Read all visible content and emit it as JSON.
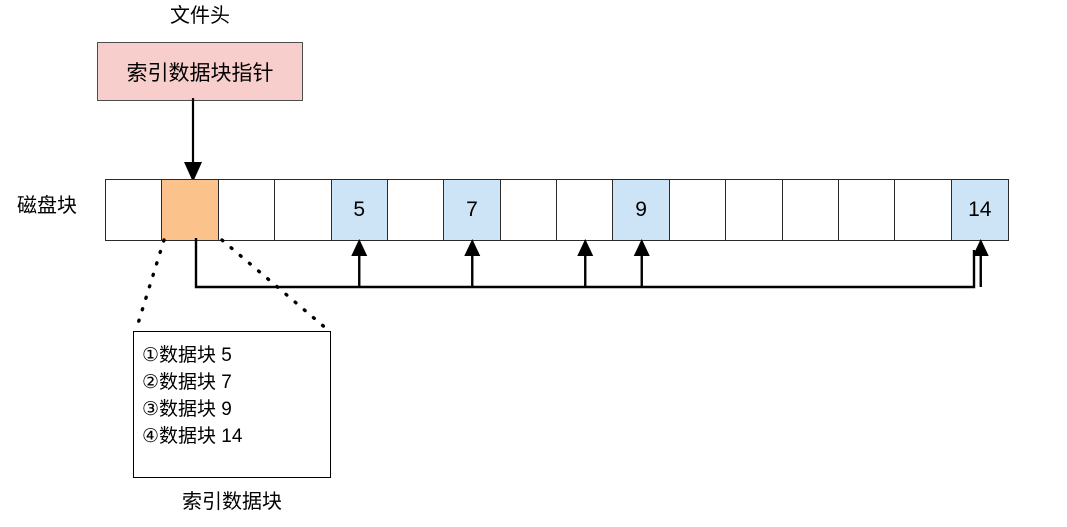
{
  "diagram": {
    "file_header_label": "文件头",
    "file_header_box_text": "索引数据块指针",
    "disk_row_label": "磁盘块",
    "index_block_caption": "索引数据块",
    "colors": {
      "header_box_fill": "#f8cecc",
      "index_block_fill": "#fbc38b",
      "data_block_fill": "#cde4f7",
      "stroke": "#2b2b2b",
      "background": "#ffffff"
    },
    "disk_blocks": [
      {
        "label": "",
        "kind": "free"
      },
      {
        "label": "",
        "kind": "index"
      },
      {
        "label": "",
        "kind": "free"
      },
      {
        "label": "",
        "kind": "free"
      },
      {
        "label": "5",
        "kind": "data"
      },
      {
        "label": "",
        "kind": "free"
      },
      {
        "label": "7",
        "kind": "data"
      },
      {
        "label": "",
        "kind": "free"
      },
      {
        "label": "",
        "kind": "free"
      },
      {
        "label": "9",
        "kind": "data"
      },
      {
        "label": "",
        "kind": "free"
      },
      {
        "label": "",
        "kind": "free"
      },
      {
        "label": "",
        "kind": "free"
      },
      {
        "label": "",
        "kind": "free"
      },
      {
        "label": "",
        "kind": "free"
      },
      {
        "label": "14",
        "kind": "data"
      }
    ],
    "index_entries": [
      "①数据块 5",
      "②数据块 7",
      "③数据块 9",
      "④数据块 14"
    ],
    "pointer_arrow_targets": [
      4,
      6,
      8,
      9,
      15
    ]
  }
}
